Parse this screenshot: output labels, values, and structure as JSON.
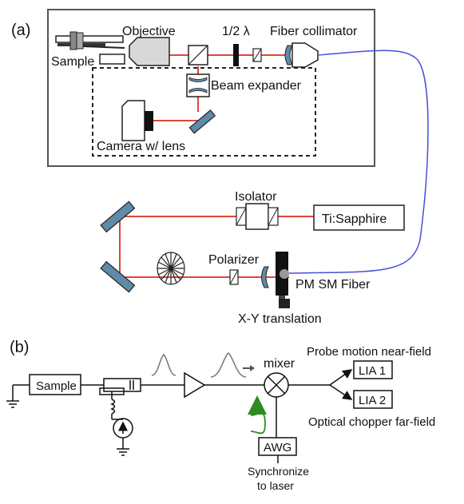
{
  "panel_a": {
    "panel_label": "(a)",
    "labels": {
      "objective": "Objective",
      "half_wave_plate": "1/2 λ",
      "fiber_collimator": "Fiber collimator",
      "sample": "Sample",
      "beam_expander": "Beam expander",
      "camera": "Camera w/ lens",
      "isolator": "Isolator",
      "laser": "Ti:Sapphire",
      "polarizer": "Polarizer",
      "fiber": "PM SM Fiber",
      "translation": "X-Y translation"
    }
  },
  "panel_b": {
    "panel_label": "(b)",
    "labels": {
      "sample": "Sample",
      "mixer": "mixer",
      "lia1": "LIA 1",
      "lia2": "LIA 2",
      "awg": "AWG",
      "near_field": "Probe motion near-field",
      "far_field": "Optical chopper far-field",
      "sync_line1": "Synchronize",
      "sync_line2": "to laser"
    }
  },
  "colors": {
    "beam": "#e0453a",
    "fiber": "#4a4fd6",
    "mirror": "#5f8aa8",
    "signal_green": "#2e8b22"
  }
}
